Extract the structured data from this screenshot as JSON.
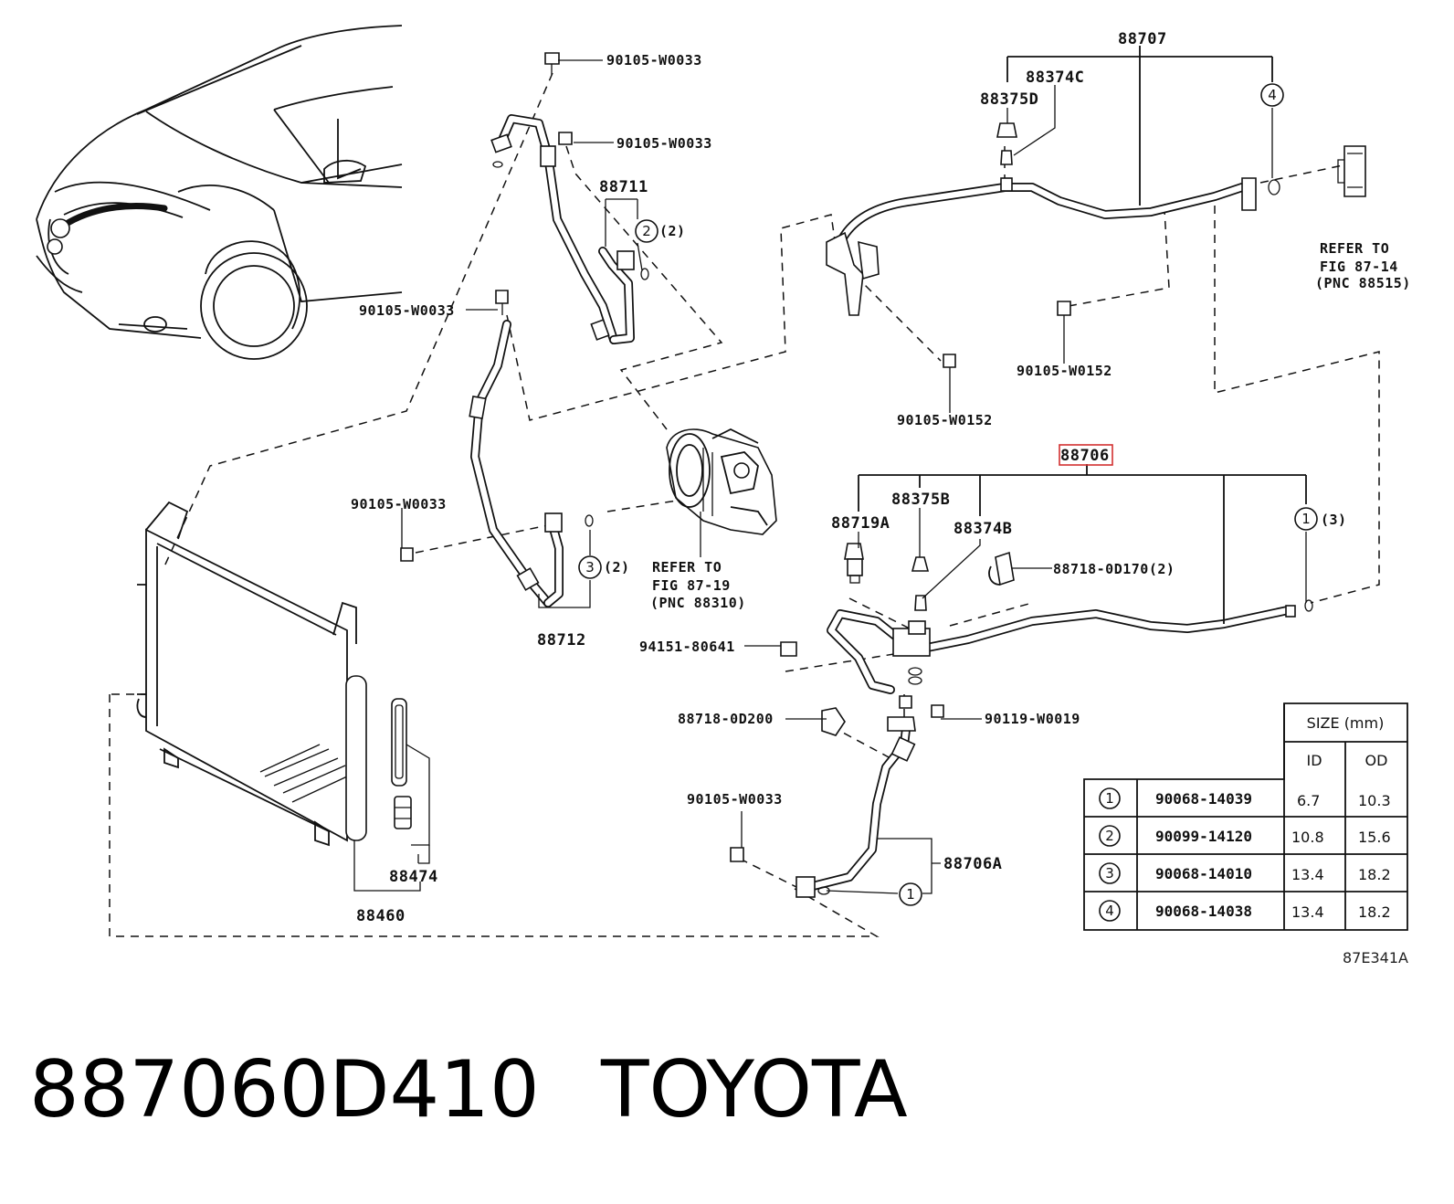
{
  "labels": {
    "l88707": "88707",
    "l88374C": "88374C",
    "l88375D": "88375D",
    "w0033_a": "90105-W0033",
    "w0033_b": "90105-W0033",
    "l88711": "88711",
    "qty2": "(2)",
    "refer_87_14_a": "REFER TO",
    "refer_87_14_b": "FIG 87-14",
    "refer_87_14_c": "(PNC 88515)",
    "w0033_c": "90105-W0033",
    "w0152_a": "90105-W0152",
    "w0152_b": "90105-W0152",
    "l88706": "88706",
    "w0033_d": "90105-W0033",
    "l88375B": "88375B",
    "l88719A": "88719A",
    "l88374B": "88374B",
    "qty3": "(3)",
    "l88718_0D170": "88718-0D170(2)",
    "refer_87_19_a": "REFER TO",
    "refer_87_19_b": "FIG 87-19",
    "refer_87_19_c": "(PNC 88310)",
    "qty2b": "(2)",
    "l88712": "88712",
    "l94151": "94151-80641",
    "l88718_0D200": "88718-0D200",
    "l90119": "90119-W0019",
    "w0033_e": "90105-W0033",
    "l88706A": "88706A",
    "l88474": "88474",
    "l88460": "88460",
    "code": "87E341A"
  },
  "circles": {
    "c1": "1",
    "c2": "2",
    "c3": "3",
    "c4": "4",
    "c1b": "1"
  },
  "size_table": {
    "title": "SIZE (mm)",
    "col_id": "ID",
    "col_od": "OD",
    "rows": [
      {
        "ref": "1",
        "part": "90068-14039",
        "id": "6.7",
        "od": "10.3"
      },
      {
        "ref": "2",
        "part": "90099-14120",
        "id": "10.8",
        "od": "15.6"
      },
      {
        "ref": "3",
        "part": "90068-14010",
        "id": "13.4",
        "od": "18.2"
      },
      {
        "ref": "4",
        "part": "90068-14038",
        "id": "13.4",
        "od": "18.2"
      }
    ]
  },
  "caption": {
    "part_number": "887060D410",
    "brand": "TOYOTA"
  },
  "highlight_color": "#d23030"
}
